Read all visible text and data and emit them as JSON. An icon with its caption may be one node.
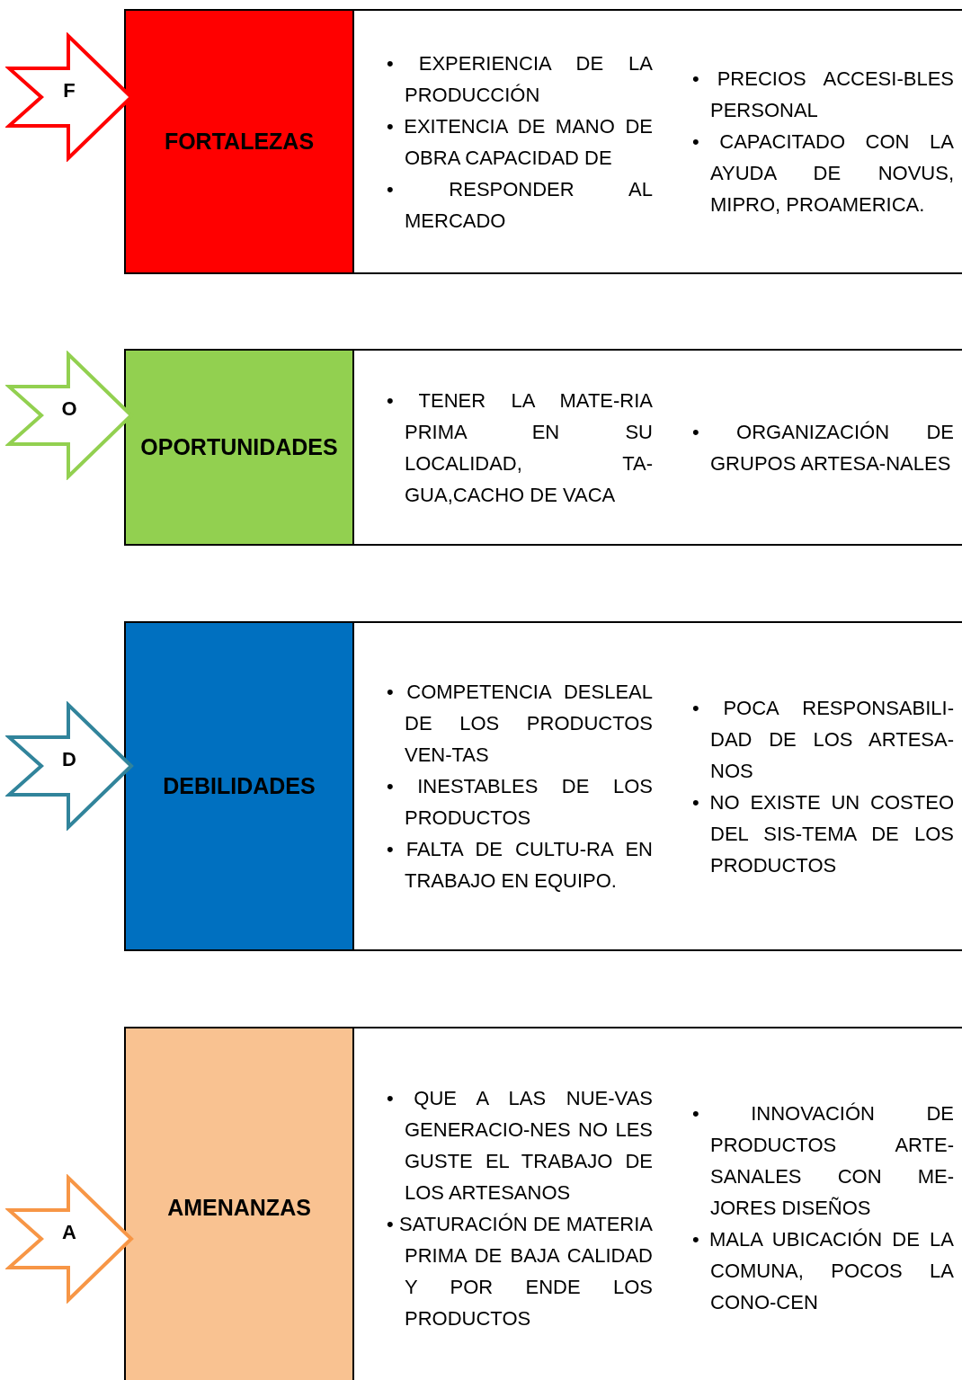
{
  "diagram": {
    "nodes": [
      {
        "text": [
          "F"
        ]
      },
      {
        "text": [
          "FORTALEZAS"
        ]
      },
      {
        "text": [],
        "shape": "box"
      },
      {
        "text": [
          "• EXPERIENCIA DE LA PRODUCCIÓN",
          "• EXITENCIA DE MANO DE OBRA CAPACIDAD DE",
          "• RESPONDER AL MERCADO"
        ],
        "in": 2
      },
      {
        "text": [
          "• PRECIOS ACCESI-BLES PERSONAL",
          "• CAPACITADO CON LA AYUDA DE NOVUS, MIPRO, PROAMERICA."
        ],
        "in": 2
      },
      {
        "text": [
          "O"
        ]
      },
      {
        "text": [
          "OPORTUNIDADES"
        ]
      },
      {
        "text": [],
        "shape": "box"
      },
      {
        "text": [
          "• TENER LA MATE-RIA PRIMA EN SU LOCALIDAD, TA-GUA,CACHO DE VACA"
        ],
        "in": 7
      },
      {
        "text": [
          "• ORGANIZACIÓN DE GRUPOS ARTESA-NALES"
        ],
        "in": 7
      },
      {
        "text": [
          "D"
        ]
      },
      {
        "text": [
          "DEBILIDADES"
        ]
      },
      {
        "text": [],
        "shape": "box"
      },
      {
        "text": [
          "• COMPETENCIA DESLEAL DE LOS PRODUCTOS VEN-TAS",
          "• INESTABLES DE LOS PRODUCTOS",
          "• FALTA DE CULTU-RA EN TRABAJO EN EQUIPO."
        ],
        "in": 12
      },
      {
        "text": [
          "• POCA RESPONSABILI-DAD DE LOS ARTESA-NOS",
          "• NO EXISTE UN COSTEO DEL SIS-TEMA DE LOS PRODUCTOS"
        ],
        "in": 12
      },
      {
        "text": [
          "A"
        ]
      },
      {
        "text": [
          "AMENANZAS"
        ]
      },
      {
        "text": [],
        "shape": "box"
      },
      {
        "text": [
          "• QUE A LAS NUE-VAS GENERACIO-NES NO LES GUSTE EL TRABAJO DE LOS ARTESANOS",
          "• SATURACIÓN DE MATERIA PRIMA DE BAJA CALIDAD Y POR ENDE LOS PRODUCTOS"
        ],
        "in": 17
      },
      {
        "text": [
          "• INNOVACIÓN DE PRODUCTOS ARTE-SANALES CON ME-JORES DISEÑOS",
          "• MALA UBICACIÓN DE LA COMUNA, POCOS LA CONO-CEN"
        ],
        "in": 17
      }
    ]
  }
}
